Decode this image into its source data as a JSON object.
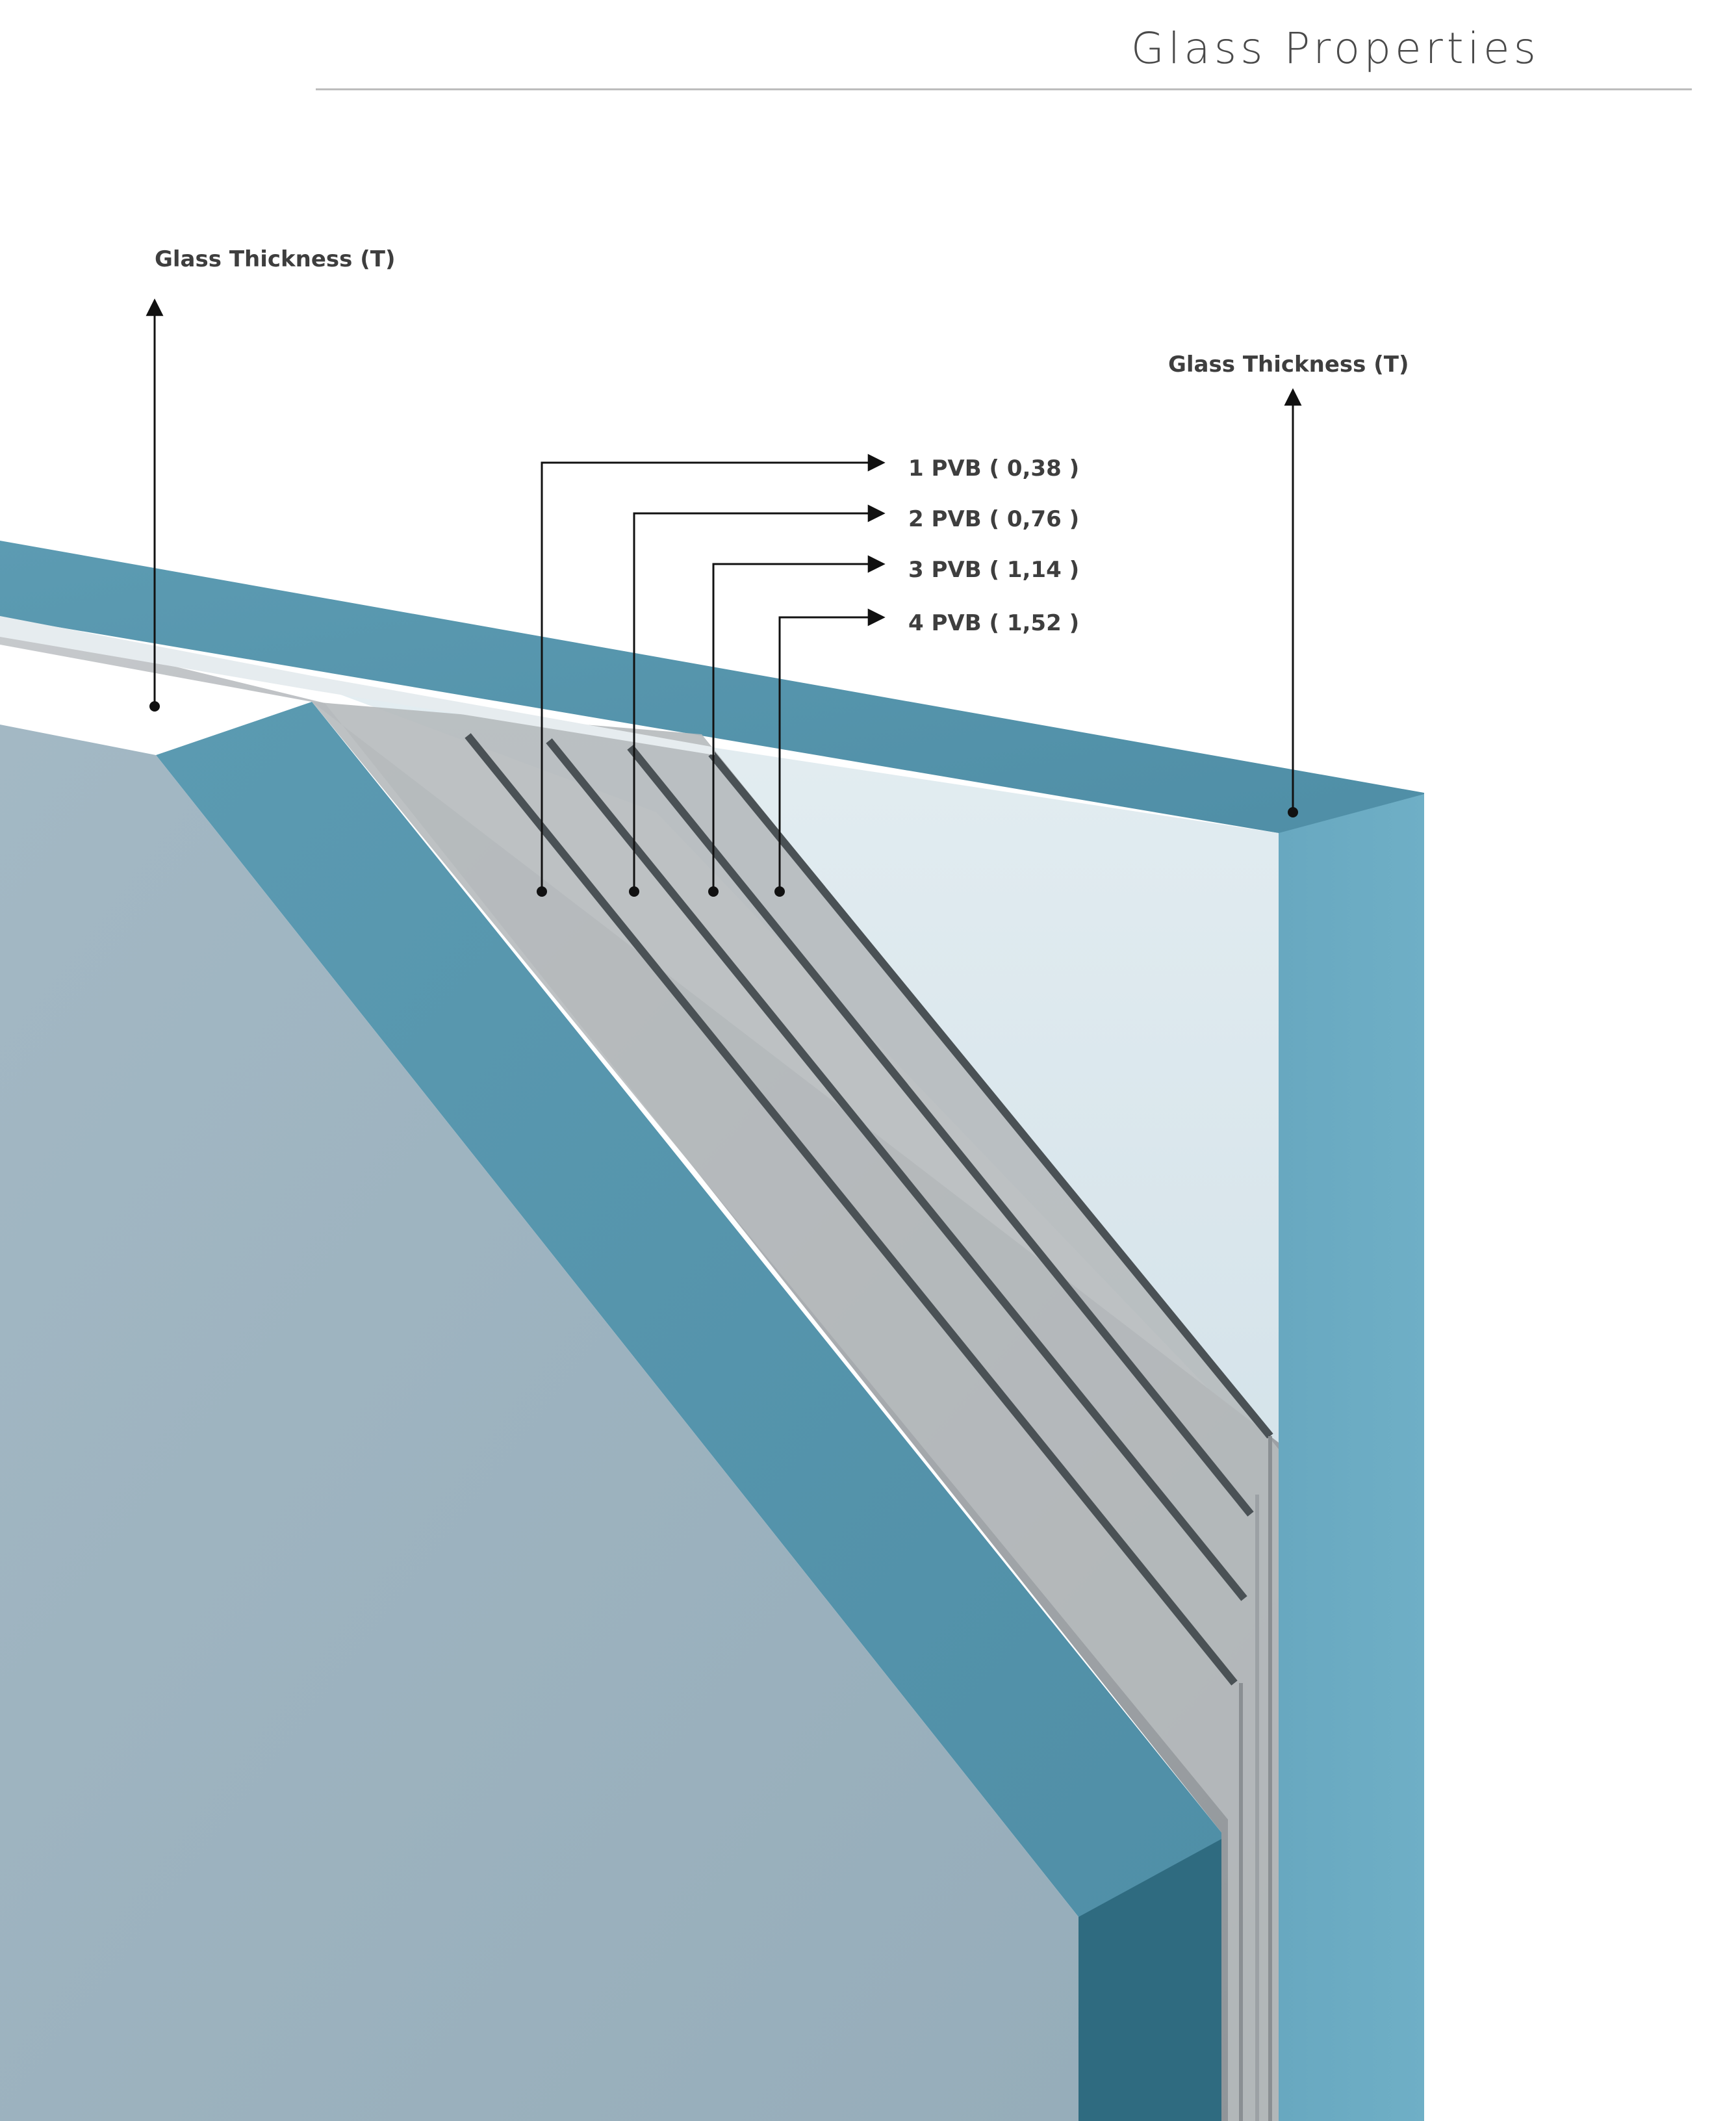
{
  "header": {
    "title": "Glass Properties"
  },
  "callouts": {
    "glass_thickness_left": "Glass Thickness (T)",
    "glass_thickness_right": "Glass Thickness (T)",
    "pvb": [
      "1 PVB ( 0,38 )",
      "2 PVB ( 0,76 )",
      "3 PVB ( 1,14 )",
      "4 PVB ( 1,52 )"
    ]
  },
  "colors": {
    "glass_edge": "#5b9eb6",
    "glass_edge_dark": "#3f7f98",
    "glass_face": "#9ab2bf",
    "glass_face_light": "#d9e6ec",
    "interlayer": "#a9acb0",
    "interlayer_line": "#4c5357",
    "callout_line": "#111111",
    "title": "#4a4a4a",
    "rule": "#bdbdbd"
  }
}
